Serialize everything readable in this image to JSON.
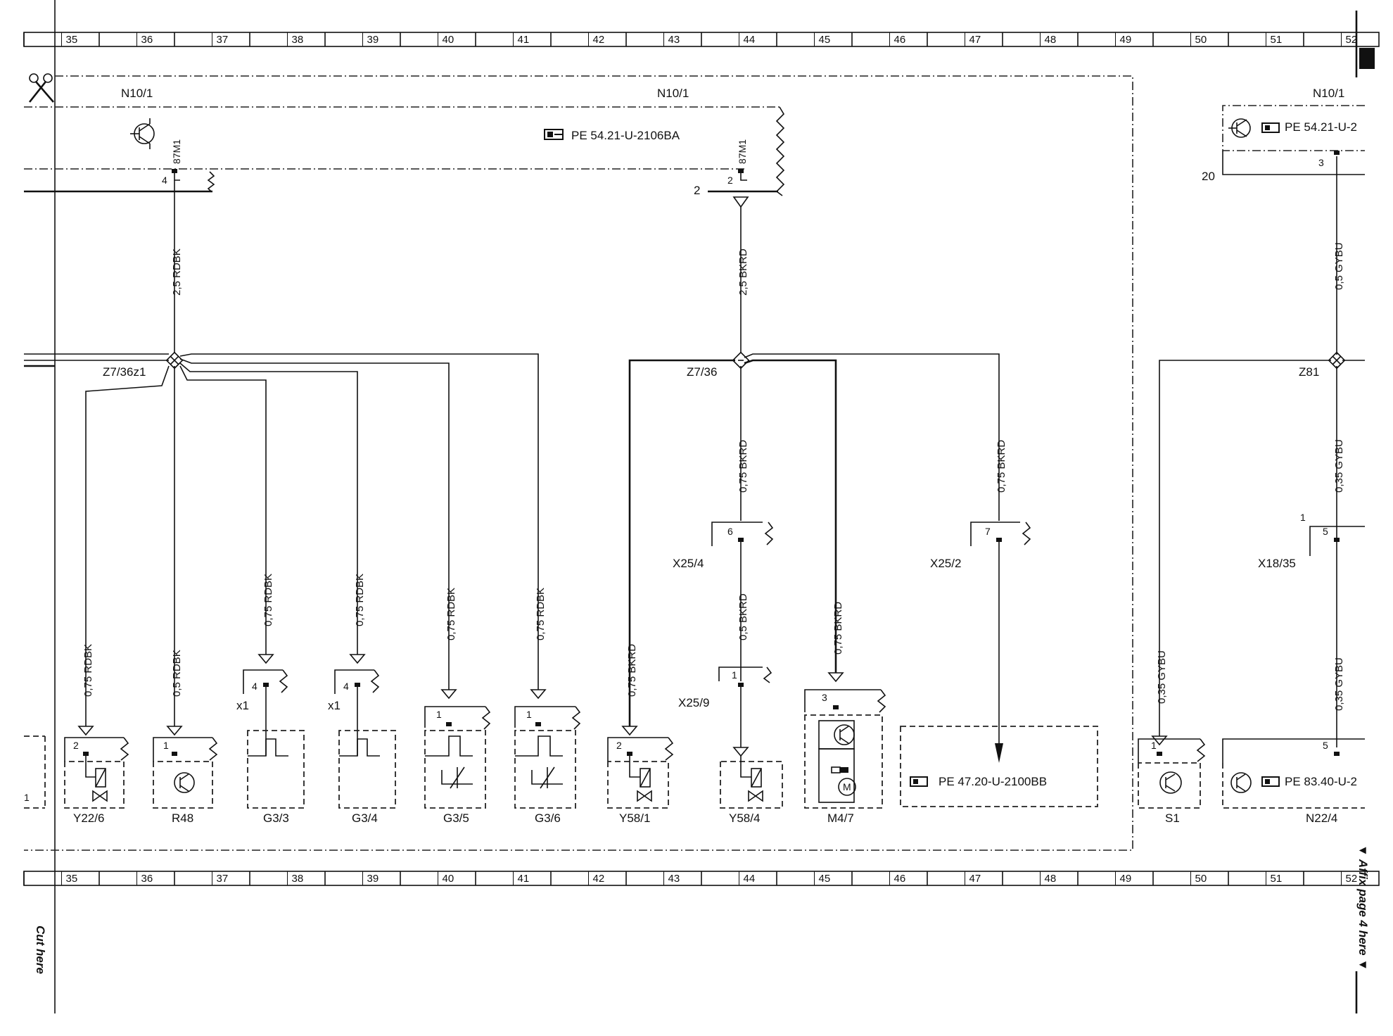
{
  "ruler": {
    "numbers": [
      "35",
      "36",
      "37",
      "38",
      "39",
      "40",
      "41",
      "42",
      "43",
      "44",
      "45",
      "46",
      "47",
      "48",
      "49",
      "50",
      "51",
      "52"
    ],
    "bottom_numbers": [
      "35",
      "36",
      "37",
      "38",
      "39",
      "40",
      "41",
      "42",
      "43",
      "44",
      "45",
      "46",
      "47",
      "48",
      "49",
      "50",
      "51",
      "52"
    ]
  },
  "side_text": {
    "cut_here": "Cut here",
    "affix": "▼ Affix page 4 here ▼"
  },
  "labels": {
    "n10_left": "N10/1",
    "n10_mid": "N10/1",
    "n10_right": "N10/1",
    "pe_main": "PE 54.21-U-2106BA",
    "pe_right_top": "PE 54.21-U-2",
    "pe_4720": "PE 47.20-U-2100BB",
    "pe_8340": "PE 83.40-U-2",
    "pin_87m1_a": "87M1",
    "pin_87m1_b": "87M1",
    "pin_4_top": "4",
    "pin_2_top": "2",
    "pin_2_left": "2",
    "pin_3_right": "3",
    "pin_20": "20",
    "z7_36z1": "Z7/36z1",
    "z7_36": "Z7/36",
    "z81": "Z81",
    "x25_4": "X25/4",
    "x25_2": "X25/2",
    "x25_9": "X25/9",
    "x18_35": "X18/35",
    "pin_6": "6",
    "pin_7": "7",
    "pin_5": "5",
    "pin_1_x18": "1",
    "pin_1_x25_9": "1",
    "pin_3_m47": "3",
    "pin_5_n22": "5",
    "x1_a": "x1",
    "x1_b": "x1",
    "pin_1_s1": "1"
  },
  "wires": {
    "w_2_5_rdbk": "2,5 RDBK",
    "w_2_5_bkrd": "2,5 BKRD",
    "w_0_5_gybu": "0,5 GYBU",
    "w_075_bkrd_a": "0,75 BKRD",
    "w_075_bkrd_b": "0,75 BKRD",
    "w_035_gybu_a": "0,35 GYBU",
    "w_05_bkrd": "0,5 BKRD",
    "w_075_bkrd_c": "0,75 BKRD",
    "w_075_rdbk_a": "0,75 RDBK",
    "w_075_rdbk_b": "0,75 RDBK",
    "w_075_rdbk_c": "0,75 RDBK",
    "w_075_rdbk_d": "0,75 RDBK",
    "w_075_rdbk_e": "0,75 RDBK",
    "w_05_rdbk": "0,5 RDBK",
    "w_075_bkrd_d": "0,75 BKRD",
    "w_035_gybu_b": "0,35 GYBU",
    "w_035_gybu_c": "0,35 GYBU"
  },
  "components": {
    "y22_6": {
      "name": "Y22/6",
      "pin": "2"
    },
    "r48": {
      "name": "R48",
      "pin": "1"
    },
    "g3_3": {
      "name": "G3/3",
      "pin": "4"
    },
    "g3_4": {
      "name": "G3/4",
      "pin": "4"
    },
    "g3_5": {
      "name": "G3/5",
      "pin": "1"
    },
    "g3_6": {
      "name": "G3/6",
      "pin": "1"
    },
    "y58_1": {
      "name": "Y58/1",
      "pin": "2"
    },
    "y58_4": {
      "name": "Y58/4"
    },
    "m4_7": {
      "name": "M4/7"
    },
    "s1": {
      "name": "S1"
    },
    "n22_4": {
      "name": "N22/4"
    },
    "left_cut_pin": "1"
  }
}
